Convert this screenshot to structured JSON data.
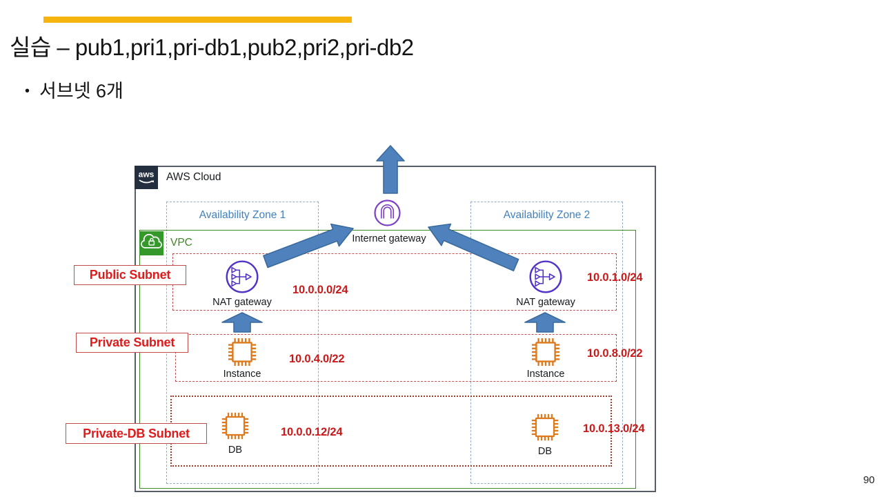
{
  "slide": {
    "title": "실습 – pub1,pri1,pri-db1,pub2,pri2,pri-db2",
    "bullet_glyph": "•",
    "bullet": "서브넷 6개",
    "page_number": "90"
  },
  "diagram": {
    "aws_cloud": {
      "logo_text": "aws",
      "label": "AWS Cloud"
    },
    "vpc": {
      "label": "VPC"
    },
    "availability_zone_1": {
      "label": "Availability Zone 1"
    },
    "availability_zone_2": {
      "label": "Availability Zone 2"
    },
    "internet_gateway": {
      "label": "Internet gateway"
    },
    "subnet_tags": {
      "public": "Public Subnet",
      "private": "Private Subnet",
      "private_db": "Private-DB Subnet"
    },
    "az1": {
      "nat": {
        "label": "NAT gateway",
        "cidr": "10.0.0.0/24"
      },
      "instance": {
        "label": "Instance",
        "cidr": "10.0.4.0/22"
      },
      "db": {
        "label": "DB",
        "cidr": "10.0.0.12/24"
      }
    },
    "az2": {
      "nat": {
        "label": "NAT gateway",
        "cidr": "10.0.1.0/24"
      },
      "instance": {
        "label": "Instance",
        "cidr": "10.0.8.0/22"
      },
      "db": {
        "label": "DB",
        "cidr": "10.0.13.0/24"
      }
    },
    "colors": {
      "accent_bar": "#F5B40E",
      "cidr_red": "#C81A1A",
      "subnet_tag_red": "#DD1C1C",
      "subnet_border_red": "#C0504D",
      "db_subnet_border": "#9C3A28",
      "az_text_blue": "#4080BE",
      "az_border_blue": "#94ACCB",
      "vpc_green": "#3F8624",
      "nat_purple": "#5233C6",
      "igw_purple": "#7B3FC4",
      "instance_orange": "#DD7A1E",
      "arrow_blue_fill": "#4F81BD",
      "arrow_blue_stroke": "#3A6A9C",
      "aws_navy": "#232F3E"
    },
    "icons": [
      "aws-logo-icon",
      "vpc-cloud-lock-icon",
      "internet-gateway-icon",
      "nat-gateway-icon",
      "instance-chip-icon",
      "db-chip-icon",
      "up-arrow",
      "diagonal-arrow"
    ]
  }
}
